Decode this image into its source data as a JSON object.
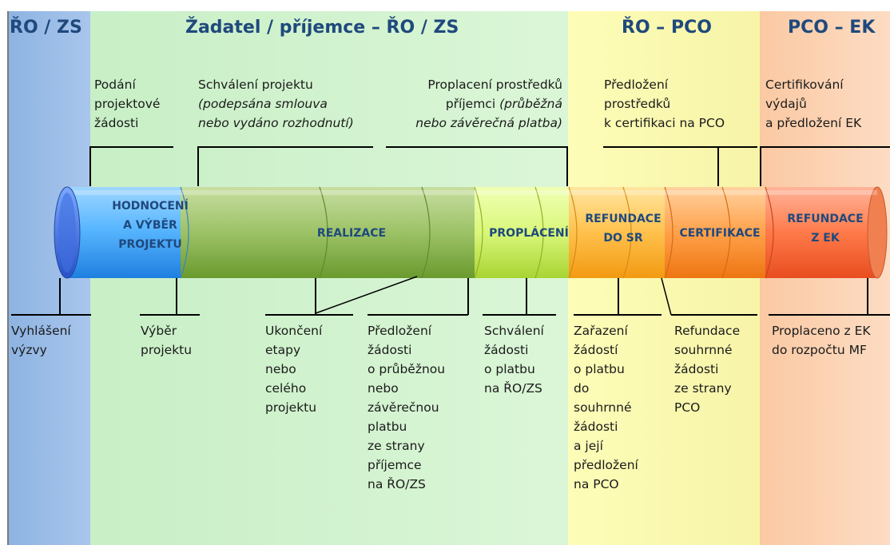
{
  "bands": [
    {
      "title": "ŘO / ZS",
      "color": "#8eb4e3"
    },
    {
      "title": "Žadatel / příjemce – ŘO / ZS",
      "color": "#ccf2c9"
    },
    {
      "title": "ŘO – PCO",
      "color": "#fbf8b0"
    },
    {
      "title": "PCO – EK",
      "color": "#fbd2b2"
    }
  ],
  "top_labels": {
    "podani": [
      "Podání",
      "projektové",
      "žádosti"
    ],
    "schvaleni": [
      "Schválení projektu",
      "(podepsána smlouva",
      "nebo vydáno rozhodnutí)"
    ],
    "proplaceni": [
      "Proplacení prostředků",
      "příjemci",
      "(průběžná",
      "nebo závěrečná platba)"
    ],
    "predlozeni": [
      "Předložení",
      "prostředků",
      "k certifikaci na PCO"
    ],
    "certifikovani": [
      "Certifikování",
      "výdajů",
      "a předložení EK"
    ]
  },
  "stages": {
    "hodnoceni": [
      "HODNOCENÍ",
      "A VÝBĚR",
      "PROJEKTU"
    ],
    "realizace": "REALIZACE",
    "proplaceni": "PROPLÁCENÍ",
    "refundace_sr": [
      "REFUNDACE",
      "DO SR"
    ],
    "certifikace": "CERTIFIKACE",
    "refundace_ek": [
      "REFUNDACE",
      "Z EK"
    ]
  },
  "bottom_labels": {
    "vyhlaseni": [
      "Vyhlášení",
      "výzvy"
    ],
    "vyber": [
      "Výběr",
      "projektu"
    ],
    "ukonceni": [
      "Ukončení",
      "etapy",
      "nebo",
      "celého",
      "projektu"
    ],
    "predlozeni_zadosti": [
      "Předložení",
      "žádosti",
      "o průběžnou",
      "nebo",
      "závěrečnou",
      "platbu",
      "ze strany",
      "příjemce",
      "na ŘO/ZS"
    ],
    "schvaleni_zadosti": [
      "Schválení",
      "žádosti",
      "o platbu",
      "na ŘO/ZS"
    ],
    "zarazeni": [
      "Zařazení",
      "žádostí",
      "o platbu",
      "do",
      "souhrnné",
      "žádosti",
      "a její",
      "předložení",
      "na PCO"
    ],
    "refundace_souhrnne": [
      "Refundace",
      "souhrnné",
      "žádosti",
      "ze strany",
      "PCO"
    ],
    "proplaceno": [
      "Proplaceno z EK",
      "do rozpočtu MF"
    ]
  }
}
